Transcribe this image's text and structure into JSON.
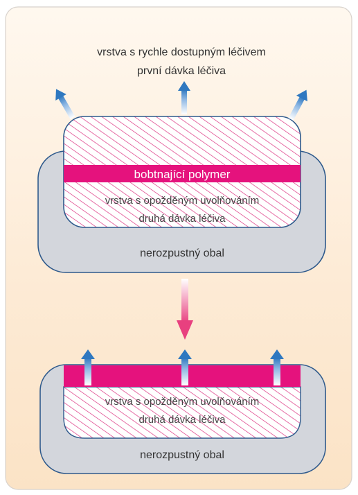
{
  "top_diagram": {
    "caption_line1": "vrstva s rychle dostupným léčivem",
    "caption_line2": "první dávka léčiva",
    "polymer_label": "bobtnající polymer",
    "delayed_layer_line1": "vrstva s opožděným uvolňováním",
    "delayed_layer_line2": "druhá dávka léčiva",
    "shell_label": "nerozpustný obal"
  },
  "bottom_diagram": {
    "delayed_layer_line1": "vrstva s opožděným uvolňováním",
    "delayed_layer_line2": "druhá dávka léčiva",
    "shell_label": "nerozpustný obal"
  },
  "colors": {
    "panel_background": "#fbe8d2",
    "polymer": "#e5127d",
    "hatch": "#e04a8f",
    "shell": "#d3d6dc",
    "shell_border": "#2f5a8c",
    "release_arrow": "#2f78c0",
    "transition_arrow": "#e8407f"
  }
}
